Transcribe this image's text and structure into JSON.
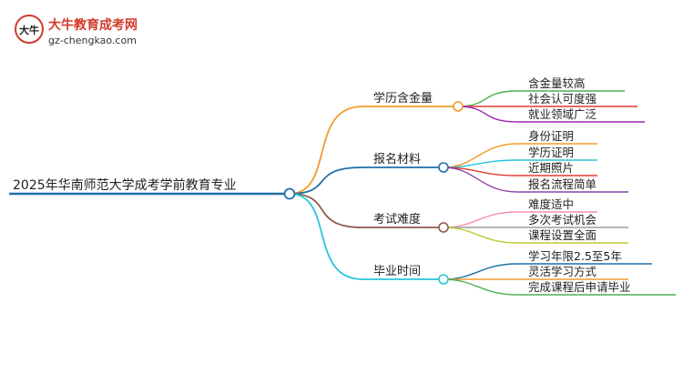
{
  "logo": {
    "site_name": "大牛教育成考网",
    "site_url": "gz-chengkao.com",
    "mark_text": "大牛"
  },
  "mindmap": {
    "root": "2025年华南师范大学成考学前教育专业",
    "branches": [
      {
        "label": "学历含金量",
        "color": "#f39a2b",
        "children": [
          {
            "label": "含金量较高",
            "color": "#4caf50"
          },
          {
            "label": "社会认可度强",
            "color": "#e53935"
          },
          {
            "label": "就业领域广泛",
            "color": "#9c27b0"
          }
        ]
      },
      {
        "label": "报名材料",
        "color": "#1e6fa8",
        "children": [
          {
            "label": "身份证明",
            "color": "#f39a2b"
          },
          {
            "label": "学历证明",
            "color": "#26c6da"
          },
          {
            "label": "近期照片",
            "color": "#e53935"
          },
          {
            "label": "报名流程简单",
            "color": "#8e44ad"
          }
        ]
      },
      {
        "label": "考试难度",
        "color": "#8d5b4c",
        "children": [
          {
            "label": "难度适中",
            "color": "#f48fb1"
          },
          {
            "label": "多次考试机会",
            "color": "#9e9e9e"
          },
          {
            "label": "课程设置全面",
            "color": "#c0ca33"
          }
        ]
      },
      {
        "label": "毕业时间",
        "color": "#26c6da",
        "children": [
          {
            "label": "学习年限2.5至5年",
            "color": "#1e6fa8"
          },
          {
            "label": "灵活学习方式",
            "color": "#f39a2b"
          },
          {
            "label": "完成课程后申请毕业",
            "color": "#4caf50"
          }
        ]
      }
    ]
  }
}
